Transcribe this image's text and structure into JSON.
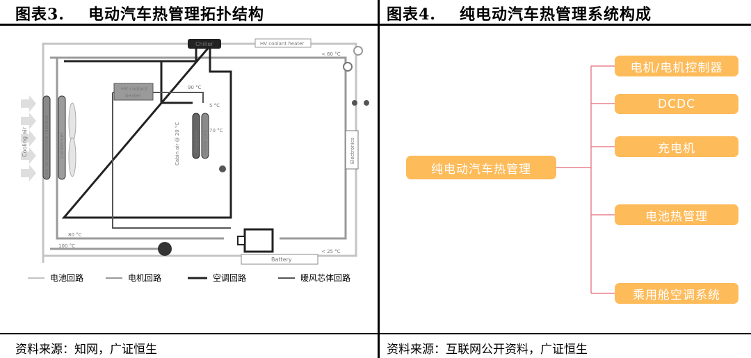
{
  "left": {
    "title_num": "图表3.",
    "title_text": "电动汽车热管理拓扑结构",
    "source": "资料来源：知网，广证恒生",
    "diagram": {
      "chiller": "Chiller",
      "hv_coolant_heater_top": "HV coolant heater",
      "hv_coolant_heater_inner_1": "HV coolant",
      "hv_coolant_heater_inner_2": "heater",
      "cooling_air": "Cooling air",
      "lt_radiator": "Low-temperature radiator",
      "condenser": "Condenser",
      "cabin_air": "Cabin air @ 20 °C",
      "evaporator": "Evaporator",
      "heater_core": "Heater core",
      "electronics": "Electronics",
      "battery": "Battery",
      "temp_lt60": "< 60 °C",
      "temp_90": "90 °C",
      "temp_5": "5 °C",
      "temp_70": "70 °C",
      "temp_80": "80 °C",
      "temp_100": "100 °C",
      "temp_lt25": "< 25 °C"
    },
    "legend": [
      "电池回路",
      "电机回路",
      "空调回路",
      "暖风芯体回路"
    ]
  },
  "right": {
    "title_num": "图表4.",
    "title_text": "纯电动汽车热管理系统构成",
    "source": "资料来源：互联网公开资料，广证恒生",
    "root": "纯电动汽车热管理",
    "children": [
      "电机/电机控制器",
      "DCDC",
      "充电机",
      "电池热管理",
      "乘用舱空调系统"
    ]
  },
  "colors": {
    "node_fill": "#fdbb5a",
    "connector": "#e8828e",
    "node_text": "#ffffff"
  }
}
